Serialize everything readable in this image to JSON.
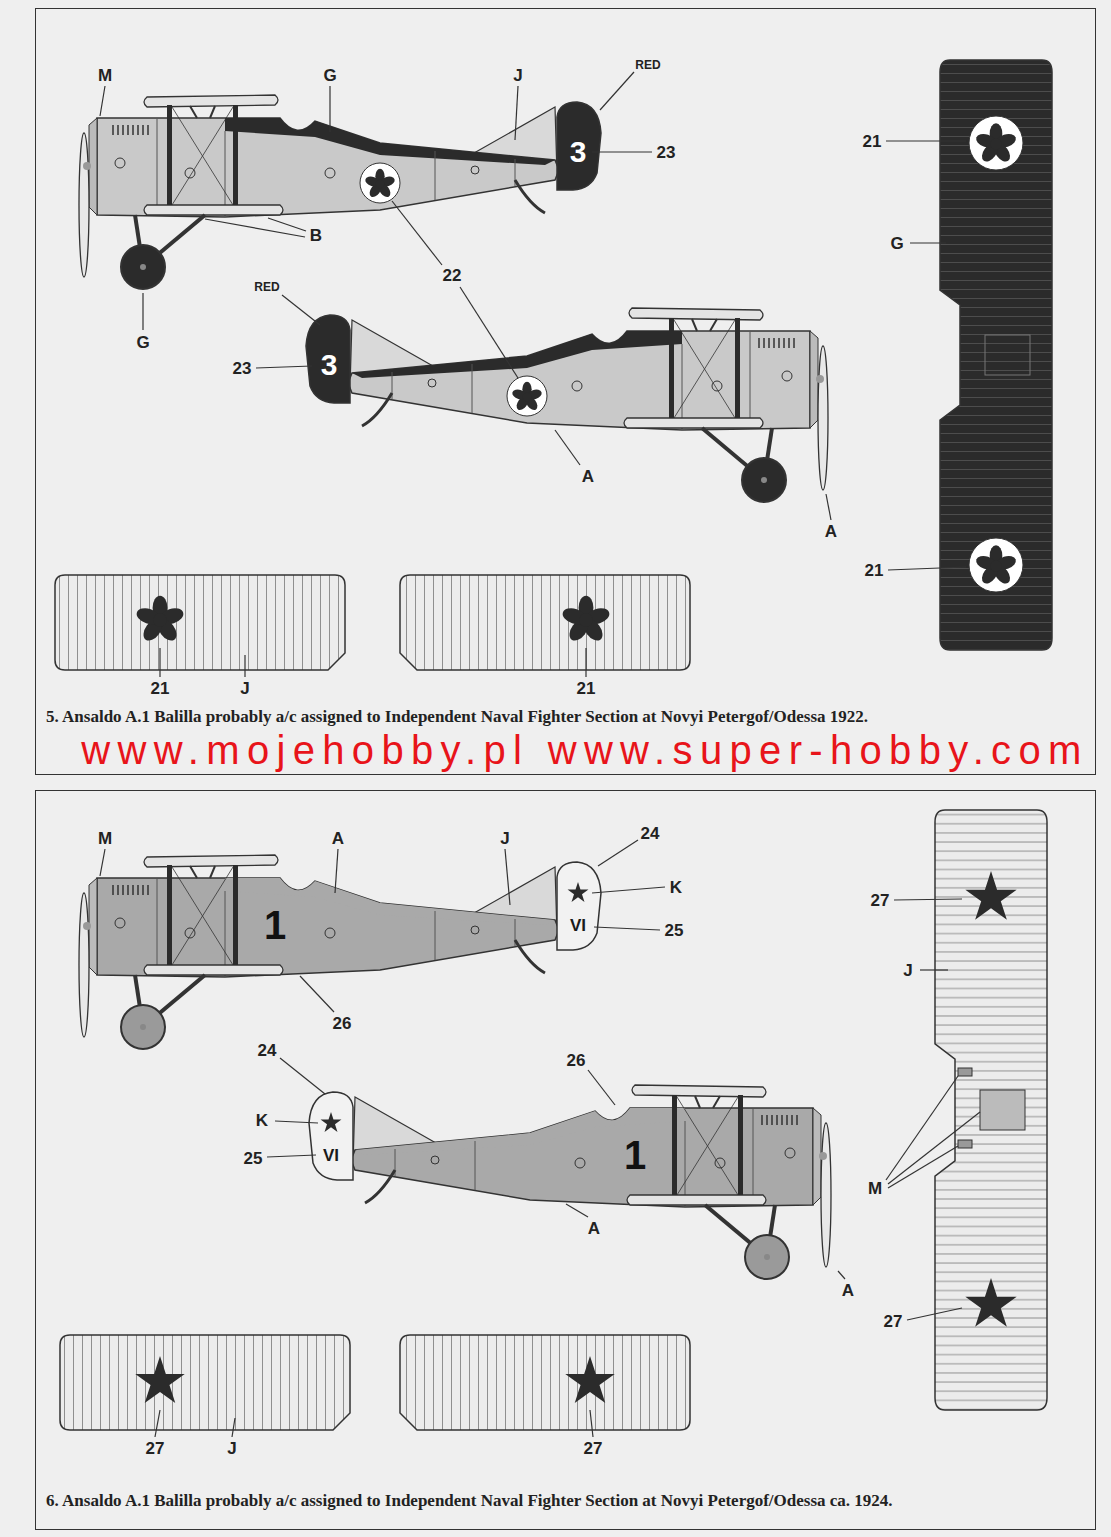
{
  "diagram": {
    "nodes": [
      {
        "text": [
          "5. Ansaldo A.1 Balilla probably a/c assigned to Independent Naval Fighter Section at Novyi Petergof/Odessa 1922."
        ]
      },
      {
        "text": [
          "6. Ansaldo A.1 Balilla probably a/c assigned to Independent Naval Fighter Section at Novyi Petergof/Odessa ca. 1924."
        ]
      }
    ],
    "labels": [
      "M",
      "G",
      "J",
      "RED",
      "3",
      "23",
      "B",
      "G",
      "22",
      "RED",
      "3",
      "23",
      "A",
      "A",
      "21",
      "G",
      "21",
      "21",
      "J",
      "21",
      "www.mojehobby.pl www.super-hobby.com",
      "M",
      "A",
      "J",
      "24",
      "K",
      "VI",
      "25",
      "1",
      "26",
      "24",
      "K",
      "25",
      "VI",
      "26",
      "1",
      "A",
      "A",
      "27",
      "J",
      "M",
      "27",
      "27",
      "J",
      "27"
    ]
  }
}
